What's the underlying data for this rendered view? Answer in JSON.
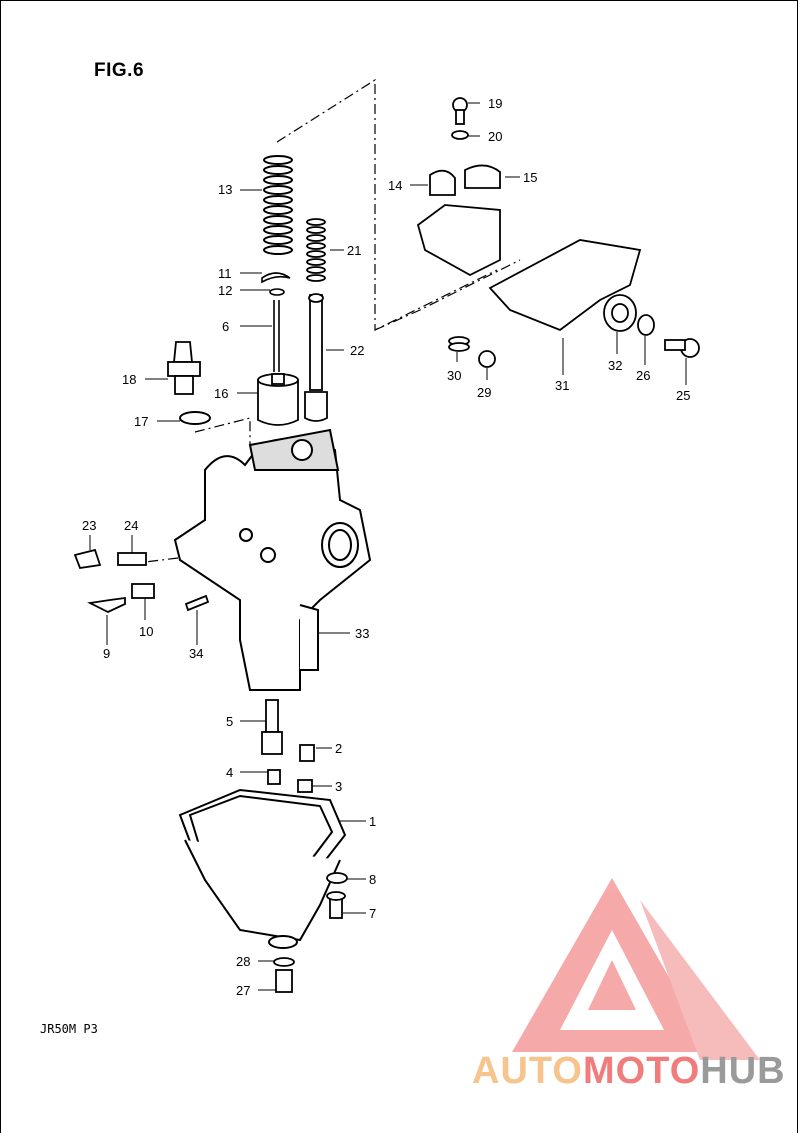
{
  "figure_title": "FIG.6",
  "model_code": "JR50M P3",
  "callouts": {
    "c1": "1",
    "c2": "2",
    "c3": "3",
    "c4": "4",
    "c5": "5",
    "c6": "6",
    "c7": "7",
    "c8": "8",
    "c9": "9",
    "c10": "10",
    "c11": "11",
    "c12": "12",
    "c13": "13",
    "c14": "14",
    "c15": "15",
    "c16": "16",
    "c17": "17",
    "c18": "18",
    "c19": "19",
    "c20": "20",
    "c21": "21",
    "c22": "22",
    "c23": "23",
    "c24": "24",
    "c25": "25",
    "c26": "26",
    "c27": "27",
    "c28": "28",
    "c29": "29",
    "c30": "30",
    "c31": "31",
    "c32": "32",
    "c33": "33",
    "c34": "34"
  },
  "watermark": {
    "part1": "AUTO",
    "part2": "MOTO",
    "part3": "HUB",
    "color_part1": "#f6c48c",
    "color_part2": "#f07c7c",
    "color_part3": "#9a9a9a",
    "triangle_color": "#f08080"
  }
}
